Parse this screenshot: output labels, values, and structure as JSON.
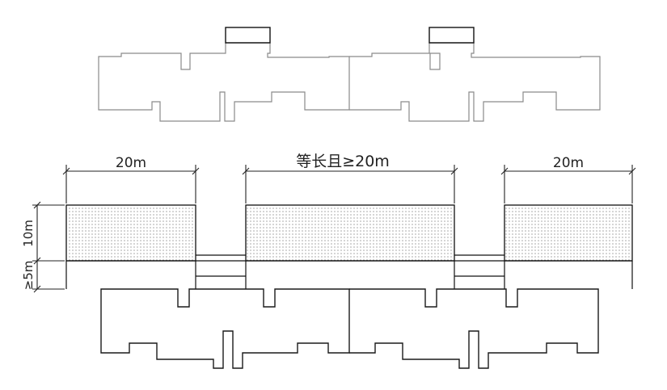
{
  "labels": {
    "left_width": "20m",
    "middle_width": "等长且≥20m",
    "right_width": "20m",
    "zone_depth": "10m",
    "setback": "≥5m"
  }
}
